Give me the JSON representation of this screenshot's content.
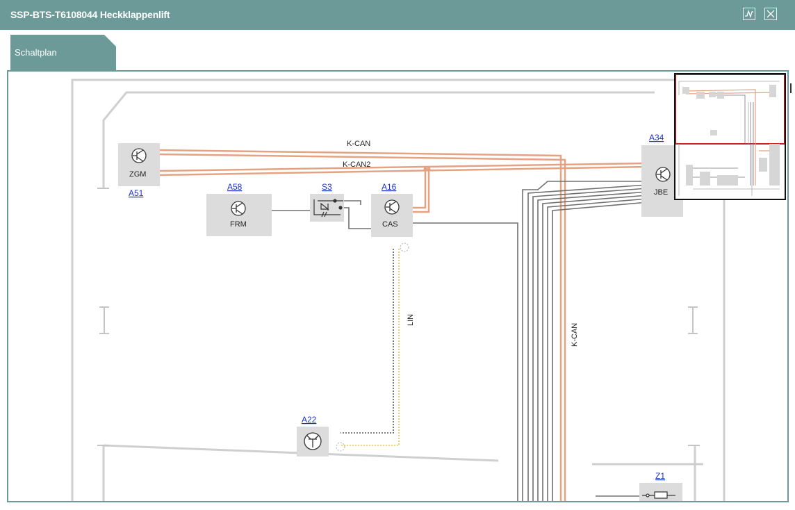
{
  "window": {
    "title": "SSP-BTS-T6108044 Heckklappenlift"
  },
  "tabs": [
    {
      "label": "Schaltplan"
    }
  ],
  "components": {
    "A51": {
      "id": "A51",
      "name": "ZGM"
    },
    "A58": {
      "id": "A58",
      "name": "FRM"
    },
    "S3": {
      "id": "S3"
    },
    "A16": {
      "id": "A16",
      "name": "CAS"
    },
    "A34": {
      "id": "A34",
      "name": "JBE"
    },
    "A22": {
      "id": "A22"
    },
    "Z1": {
      "id": "Z1"
    }
  },
  "bus_labels": {
    "kcan_top": "K-CAN",
    "kcan2": "K-CAN2",
    "lin": "LIN",
    "kcan_vertical": "K-CAN"
  },
  "colors": {
    "bus_orange": "#e4a283",
    "wire_gray": "#707070",
    "lin_yellow": "#f2c63a",
    "panel": "#dcdcdc",
    "frame": "#c9c9c9",
    "header_teal": "#6b9a99",
    "link_blue": "#1a33cc"
  },
  "icons": [
    "waveform-icon",
    "close-icon",
    "transistor-icon",
    "switch-led-icon",
    "fuse-icon"
  ]
}
